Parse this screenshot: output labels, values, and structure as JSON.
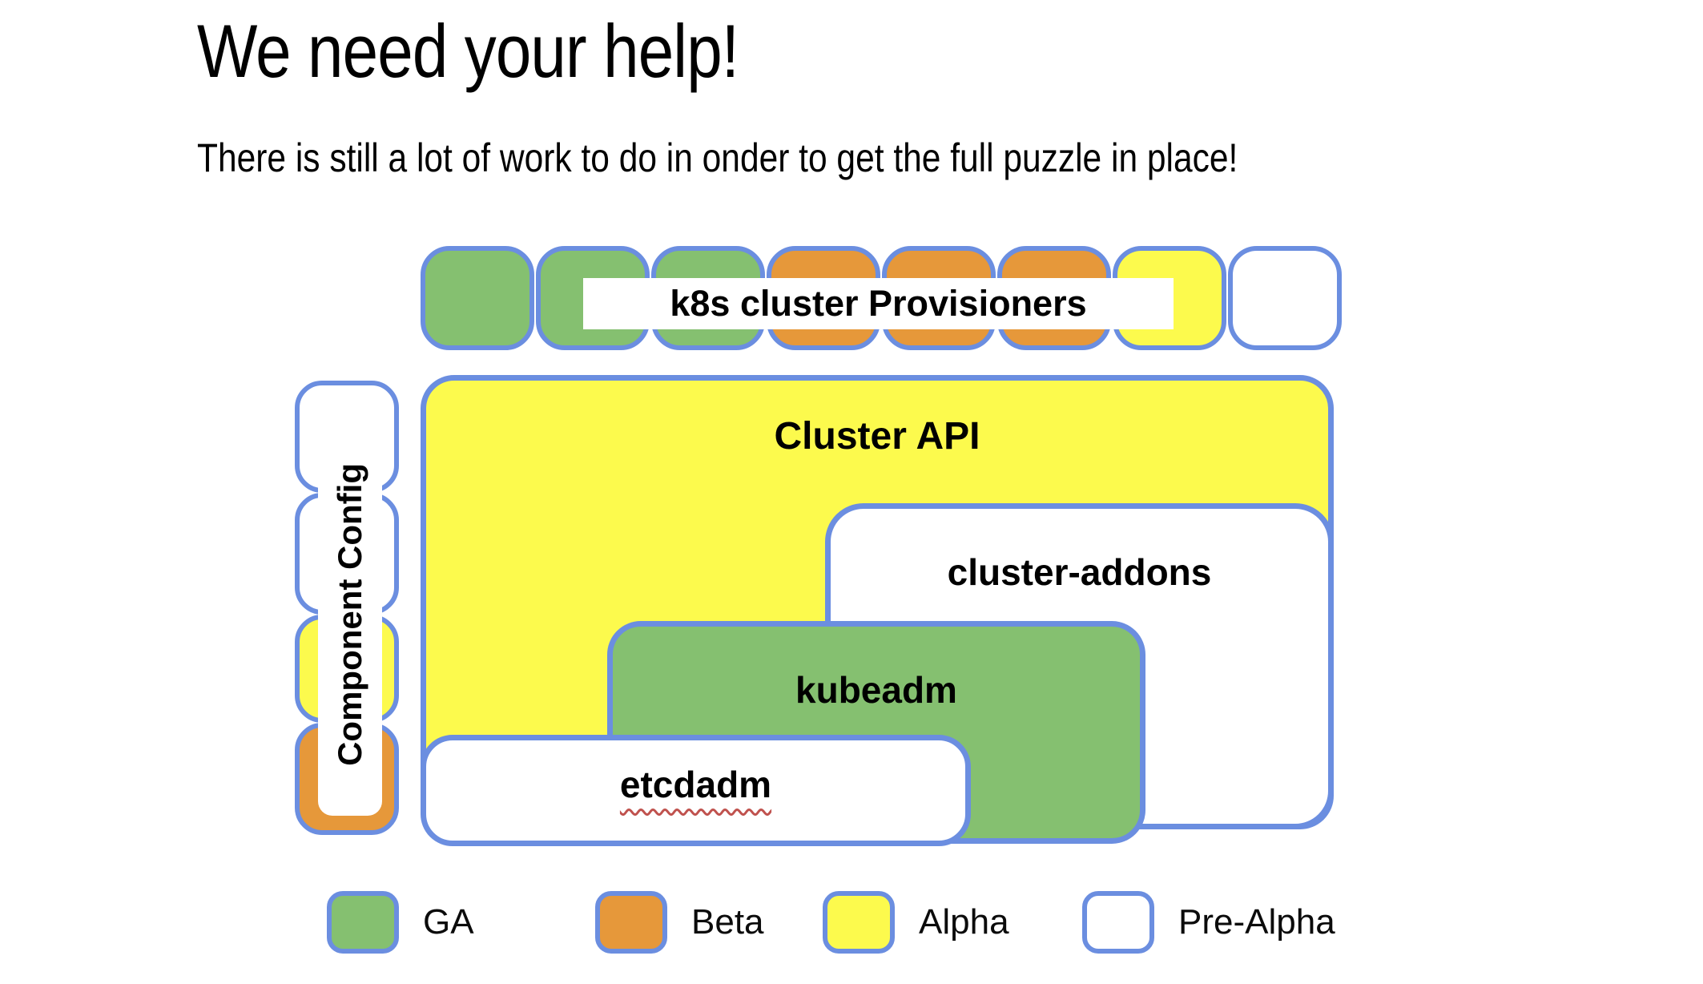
{
  "header": {
    "title": "We need your help!",
    "subtitle": "There is still a lot of work to do in onder to get the full puzzle in place!"
  },
  "colors": {
    "status": {
      "ga": "#85C070",
      "beta": "#E6983A",
      "alpha": "#FCFA4D",
      "prealpha": "#FFFFFF"
    },
    "border_blue": "#6B8EE0",
    "squiggle_red": "#C0524E",
    "text": "#000000",
    "background": "#FFFFFF"
  },
  "diagram": {
    "provisioners": {
      "label": "k8s cluster Provisioners",
      "cells": [
        {
          "status": "ga"
        },
        {
          "status": "ga"
        },
        {
          "status": "ga"
        },
        {
          "status": "beta"
        },
        {
          "status": "beta"
        },
        {
          "status": "beta"
        },
        {
          "status": "alpha"
        },
        {
          "status": "prealpha"
        }
      ]
    },
    "component_config": {
      "label": "Component Config",
      "segments": [
        {
          "status": "prealpha"
        },
        {
          "status": "prealpha"
        },
        {
          "status": "alpha"
        },
        {
          "status": "beta"
        }
      ]
    },
    "boxes": {
      "cluster_api": {
        "label": "Cluster API",
        "status": "alpha"
      },
      "cluster_addons": {
        "label": "cluster-addons",
        "status": "prealpha"
      },
      "kubeadm": {
        "label": "kubeadm",
        "status": "ga"
      },
      "etcdadm": {
        "label": "etcdadm",
        "status": "prealpha",
        "spellcheck_underline": true
      }
    }
  },
  "legend": {
    "items": [
      {
        "label": "GA",
        "status": "ga"
      },
      {
        "label": "Beta",
        "status": "beta"
      },
      {
        "label": "Alpha",
        "status": "alpha"
      },
      {
        "label": "Pre-Alpha",
        "status": "prealpha"
      }
    ]
  }
}
